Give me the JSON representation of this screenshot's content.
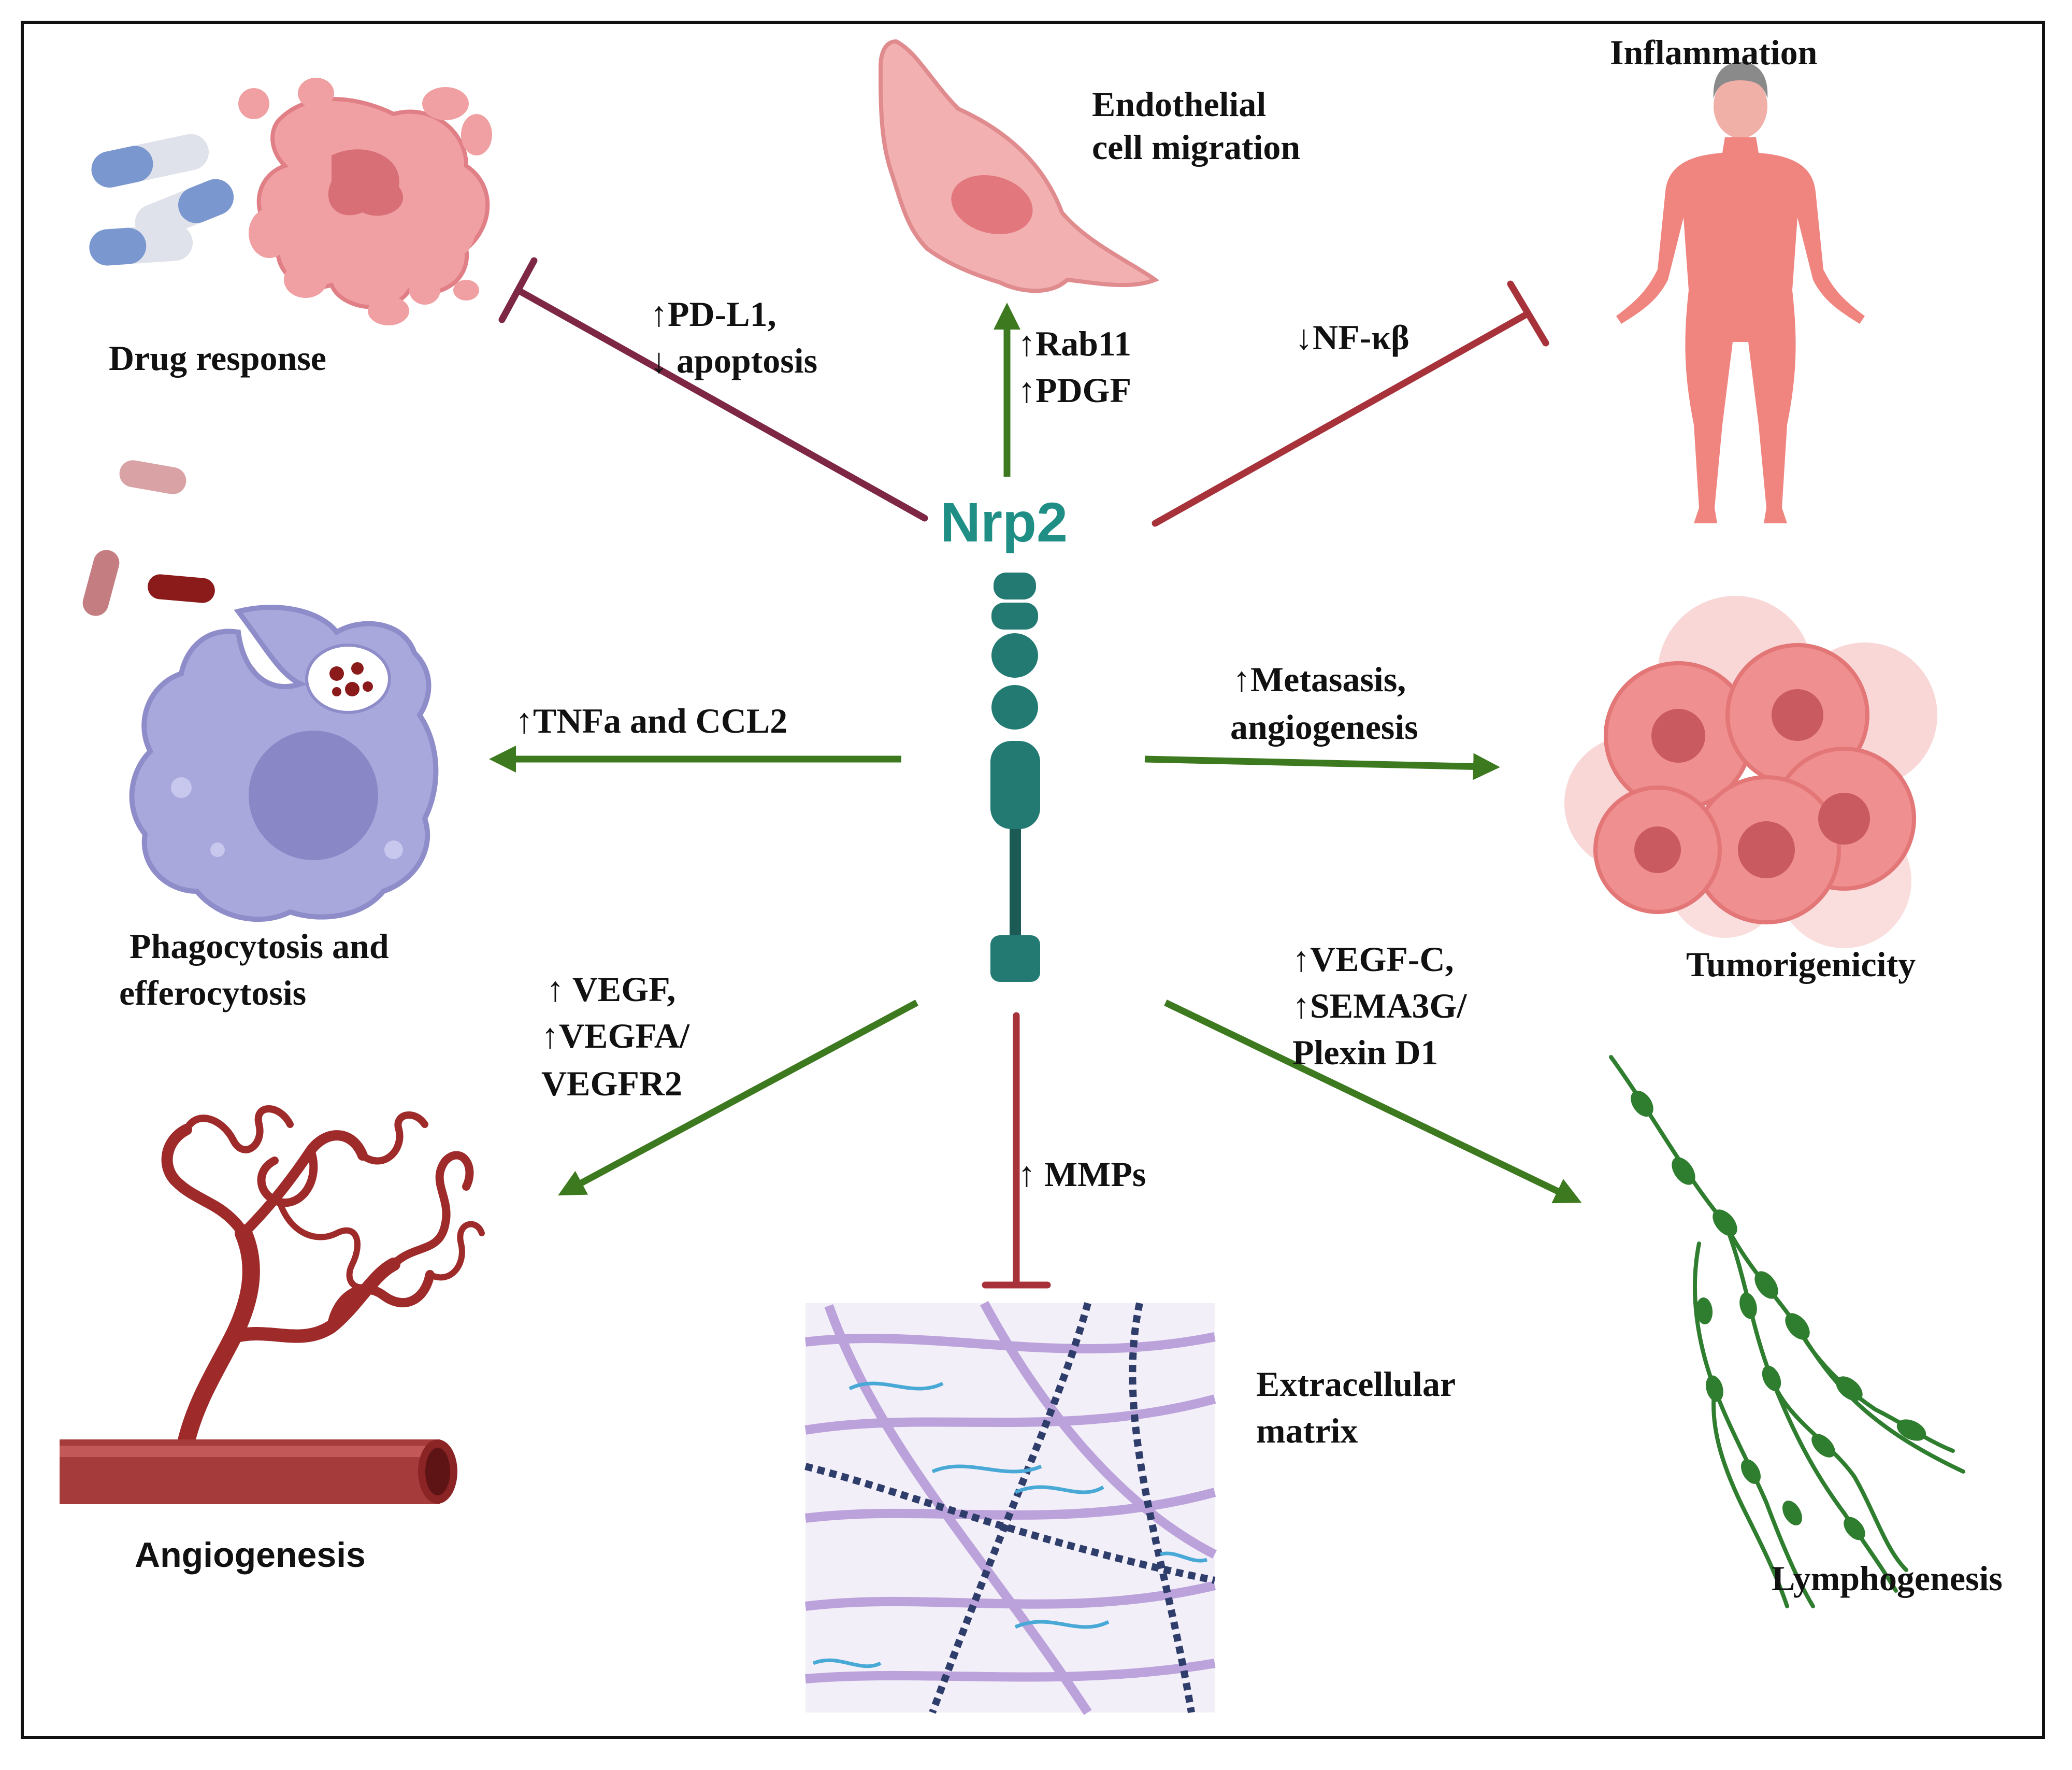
{
  "center": {
    "title": "Nrp2"
  },
  "outcomes": {
    "drug_response": "Drug response",
    "endothelial": [
      "Endothelial",
      "cell migration"
    ],
    "inflammation": "Inflammation",
    "phagocytosis": [
      "Phagocytosis and",
      "efferocytosis"
    ],
    "tumorigenicity": "Tumorigenicity",
    "angiogenesis": "Angiogenesis",
    "ecm": [
      "Extracellular",
      "matrix"
    ],
    "lymphogenesis": "Lymphogenesis"
  },
  "mediators": {
    "pdl1": [
      "↑PD-L1,",
      "↓ apoptosis"
    ],
    "rab11": [
      "↑Rab11",
      "↑PDGF"
    ],
    "nfkb": "↓NF-κβ",
    "tnfa": "↑TNFa and CCL2",
    "metastasis": [
      "↑Metasasis,",
      "angiogenesis"
    ],
    "vegf": [
      "↑  VEGF,",
      "↑VEGFA/",
      "VEGFR2"
    ],
    "mmps": "↑  MMPs",
    "vegfc": [
      "↑VEGF-C,",
      "↑SEMA3G/",
      "Plexin D1"
    ]
  },
  "colors": {
    "activation_arrow": "#3d7a1f",
    "inhibition_line_maroon": "#7d2745",
    "inhibition_line_red": "#a8323a",
    "receptor": "#237a72",
    "receptor_dark": "#1b5a55",
    "center_text": "#1f8f86"
  },
  "icons": [
    "pill-capsule-icon",
    "apoptotic-cell-icon",
    "endothelial-cell-icon",
    "human-body-icon",
    "macrophage-icon",
    "bacteria-icon",
    "tumor-cell-cluster-icon",
    "blood-vessel-icon",
    "extracellular-matrix-icon",
    "lymphatic-vessel-icon",
    "receptor-icon"
  ]
}
